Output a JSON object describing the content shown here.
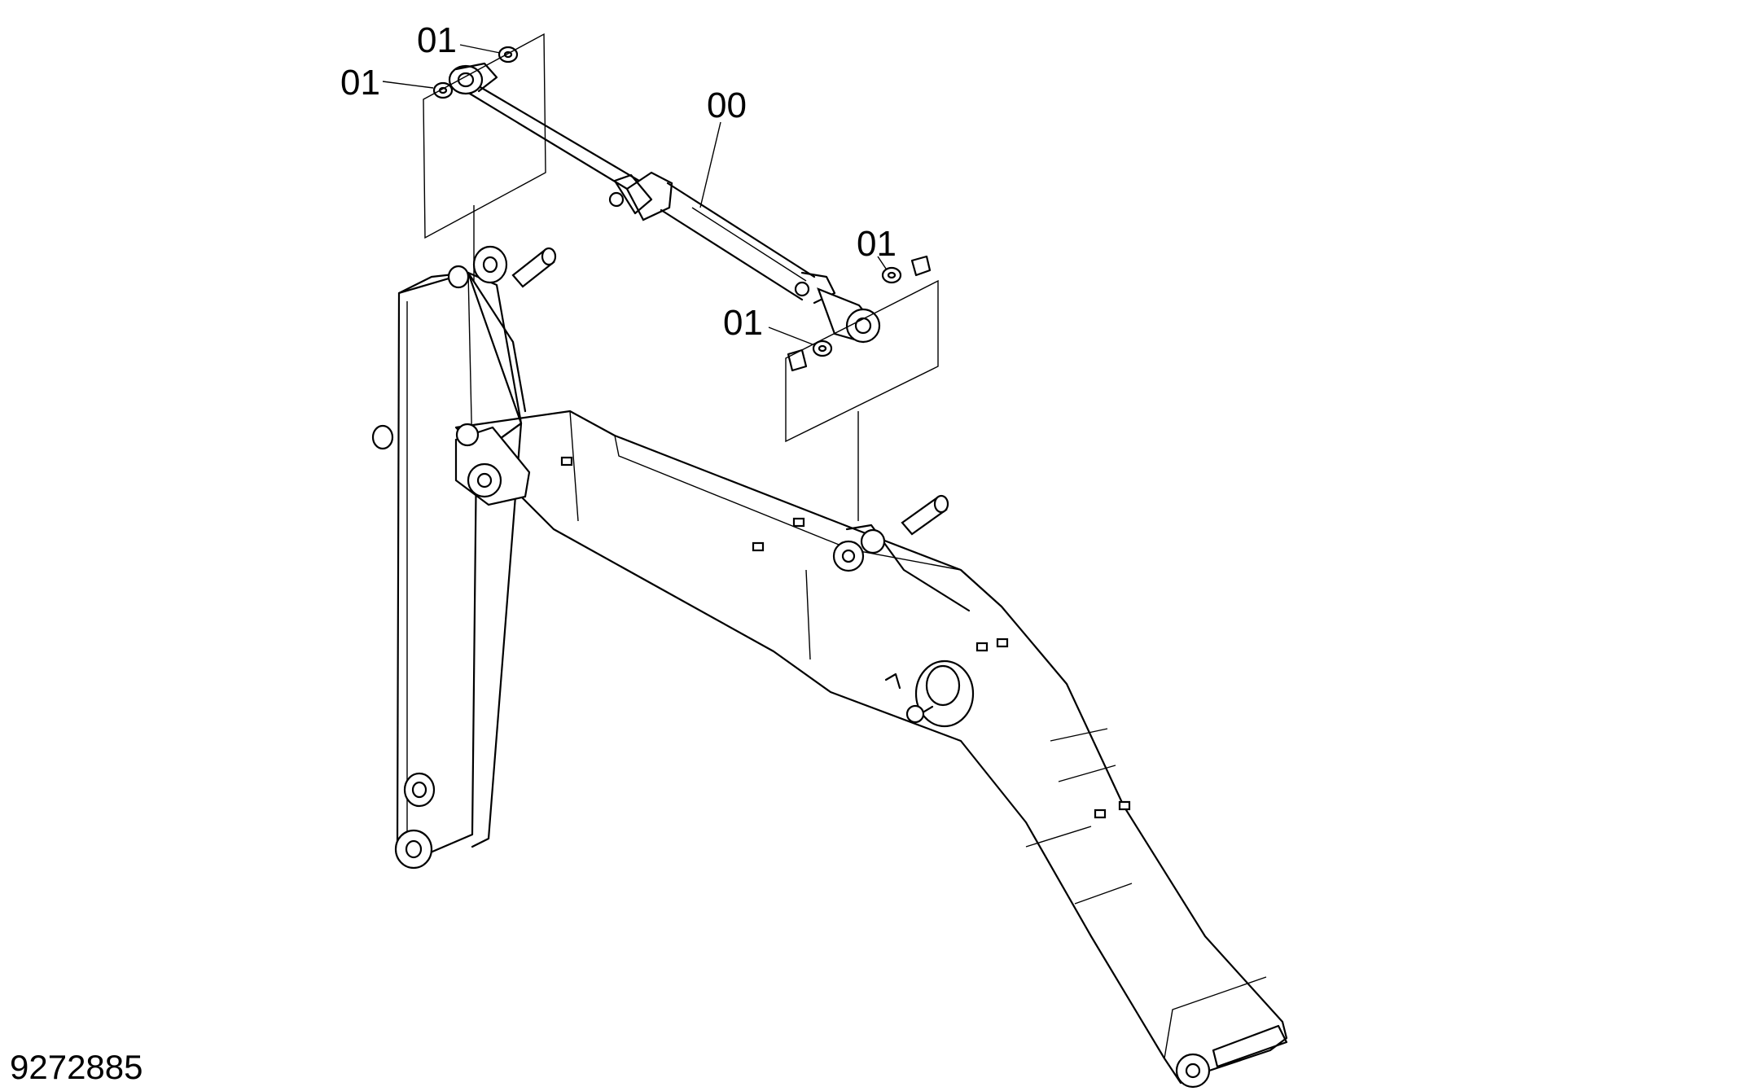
{
  "drawing": {
    "figure_number": "9272885",
    "callouts": [
      "01",
      "01",
      "00",
      "01",
      "01"
    ]
  },
  "colors": {
    "line": "#000000",
    "background": "#ffffff"
  }
}
